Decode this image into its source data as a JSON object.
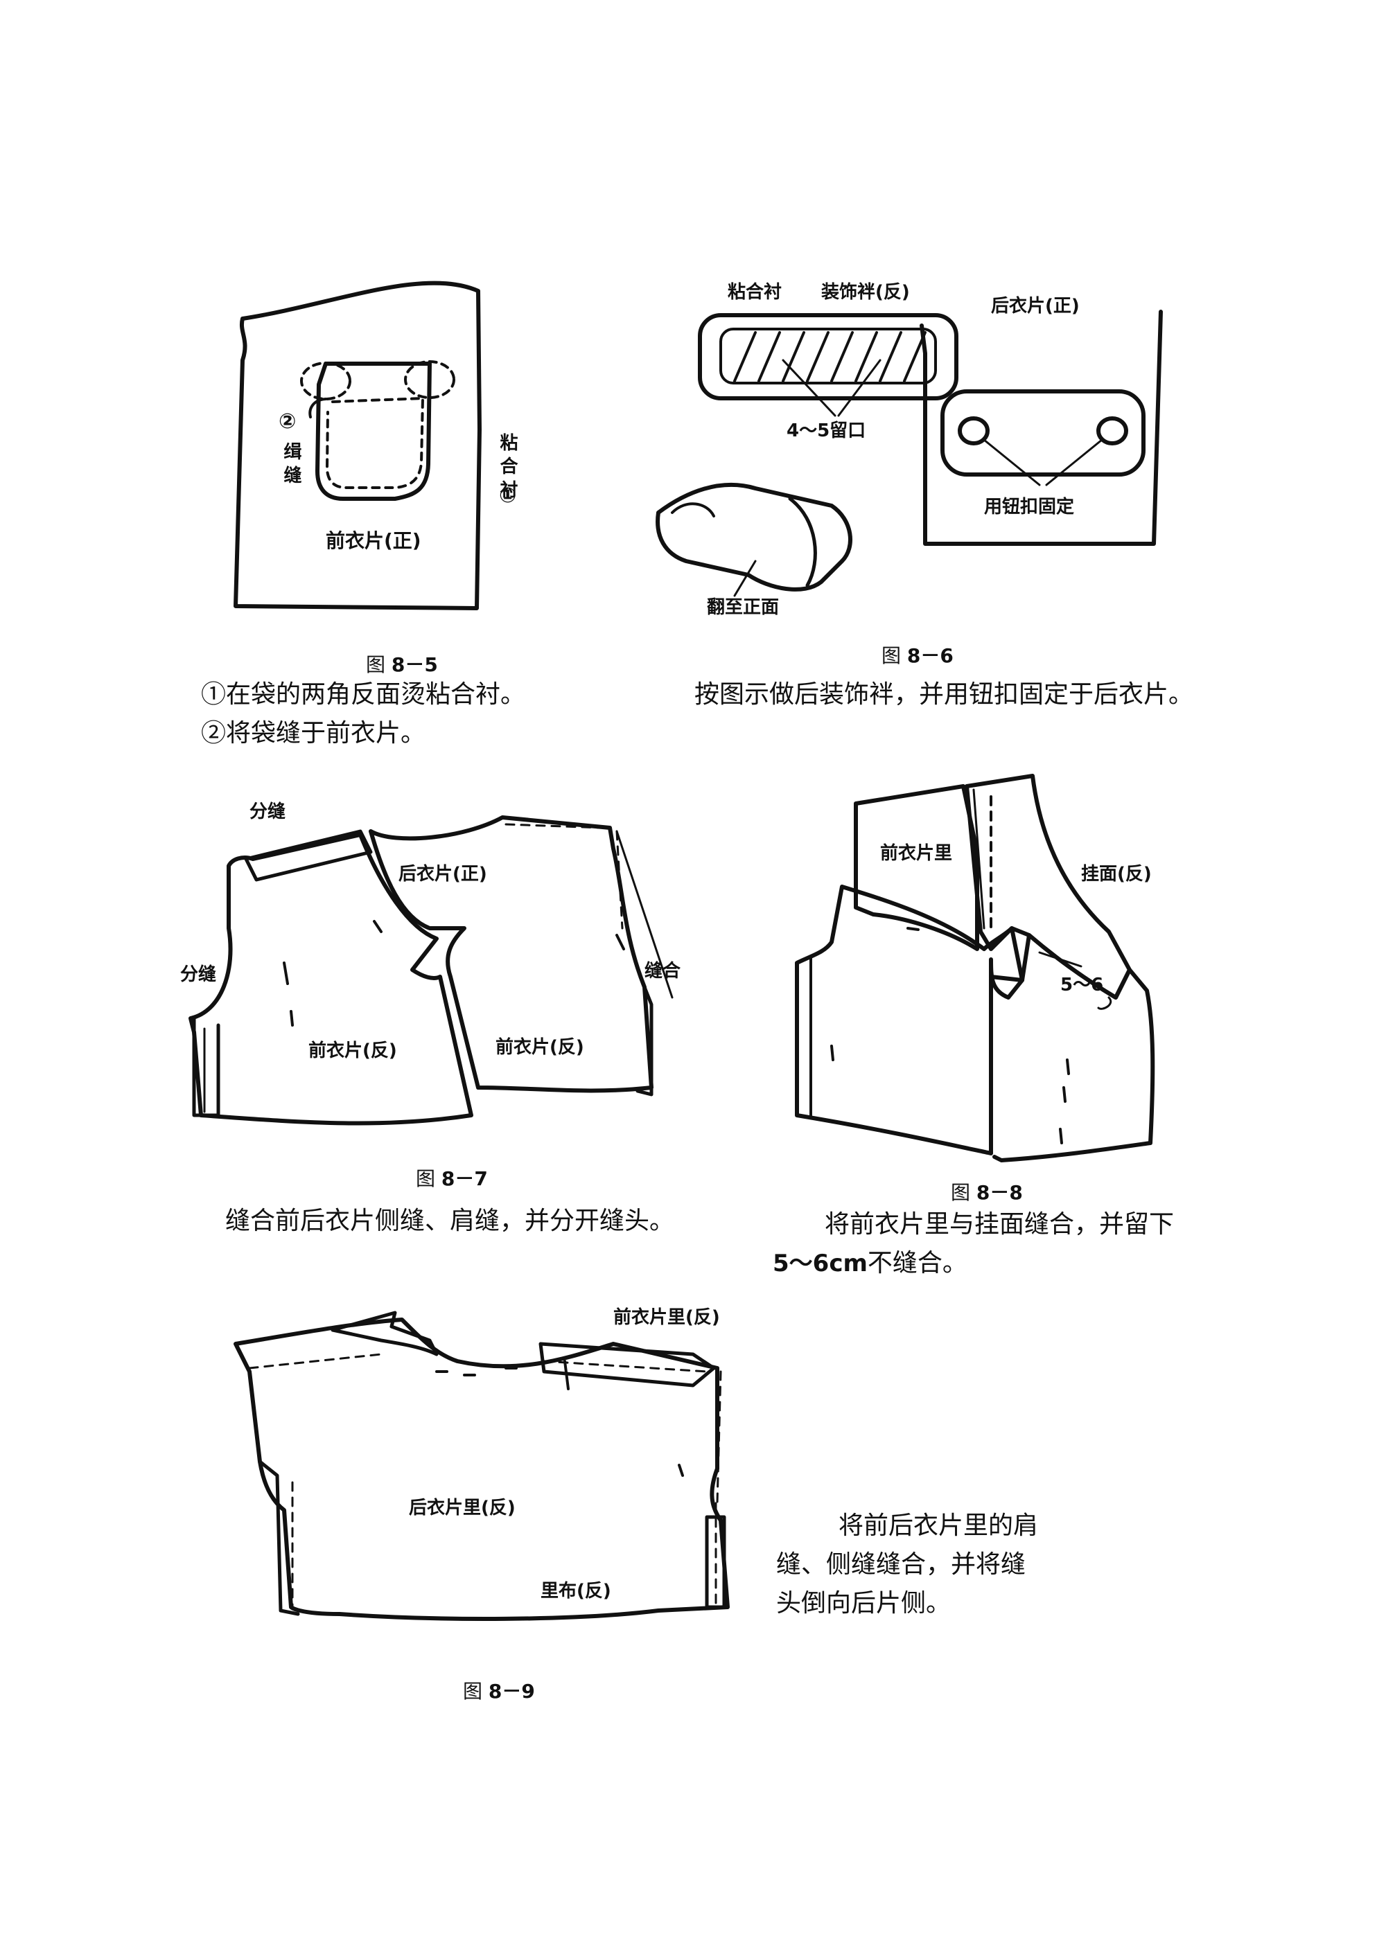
{
  "fig_8_5": {
    "caption_prefix": "图",
    "caption_number": "8－5",
    "label_interfacing": "粘合衬",
    "label_interfacing_num": "①",
    "label_stitch_num": "②",
    "label_stitch": "缉缝",
    "label_front_panel": "前衣片(正)",
    "notes": [
      "①在袋的两角反面烫粘合衬。",
      "②将袋缝于前衣片。"
    ]
  },
  "fig_8_6": {
    "caption_prefix": "图",
    "caption_number": "8－6",
    "label_interfacing": "粘合衬",
    "label_tab_reverse": "装饰袢(反)",
    "label_opening": "4～5留口",
    "label_back_panel": "后衣片(正)",
    "label_button_fix": "用钮扣固定",
    "label_turn_right_side": "翻至正面",
    "note": "按图示做后装饰袢，并用钮扣固定于后衣片。"
  },
  "fig_8_7": {
    "caption_prefix": "图",
    "caption_number": "8－7",
    "label_press_open_1": "分缝",
    "label_press_open_2": "分缝",
    "label_back_panel": "后衣片(正)",
    "label_seam": "缝合",
    "label_front_left": "前衣片(反)",
    "label_front_right": "前衣片(反)",
    "note": "缝合前后衣片侧缝、肩缝，并分开缝头。"
  },
  "fig_8_8": {
    "caption_prefix": "图",
    "caption_number": "8－8",
    "label_front_lining": "前衣片里",
    "label_facing": "挂面(反)",
    "label_gap": "5～6",
    "note_line1": "将前衣片里与挂面缝合，并留下",
    "note_line2_bold": "5～6cm",
    "note_line2_rest": "不缝合。"
  },
  "fig_8_9": {
    "caption_prefix": "图",
    "caption_number": "8－9",
    "label_front_lining": "前衣片里(反)",
    "label_back_lining": "后衣片里(反)",
    "label_lining_fabric": "里布(反)",
    "note_lines": [
      "将前后衣片里的肩",
      "缝、侧缝缝合，并将缝",
      "头倒向后片侧。"
    ]
  }
}
